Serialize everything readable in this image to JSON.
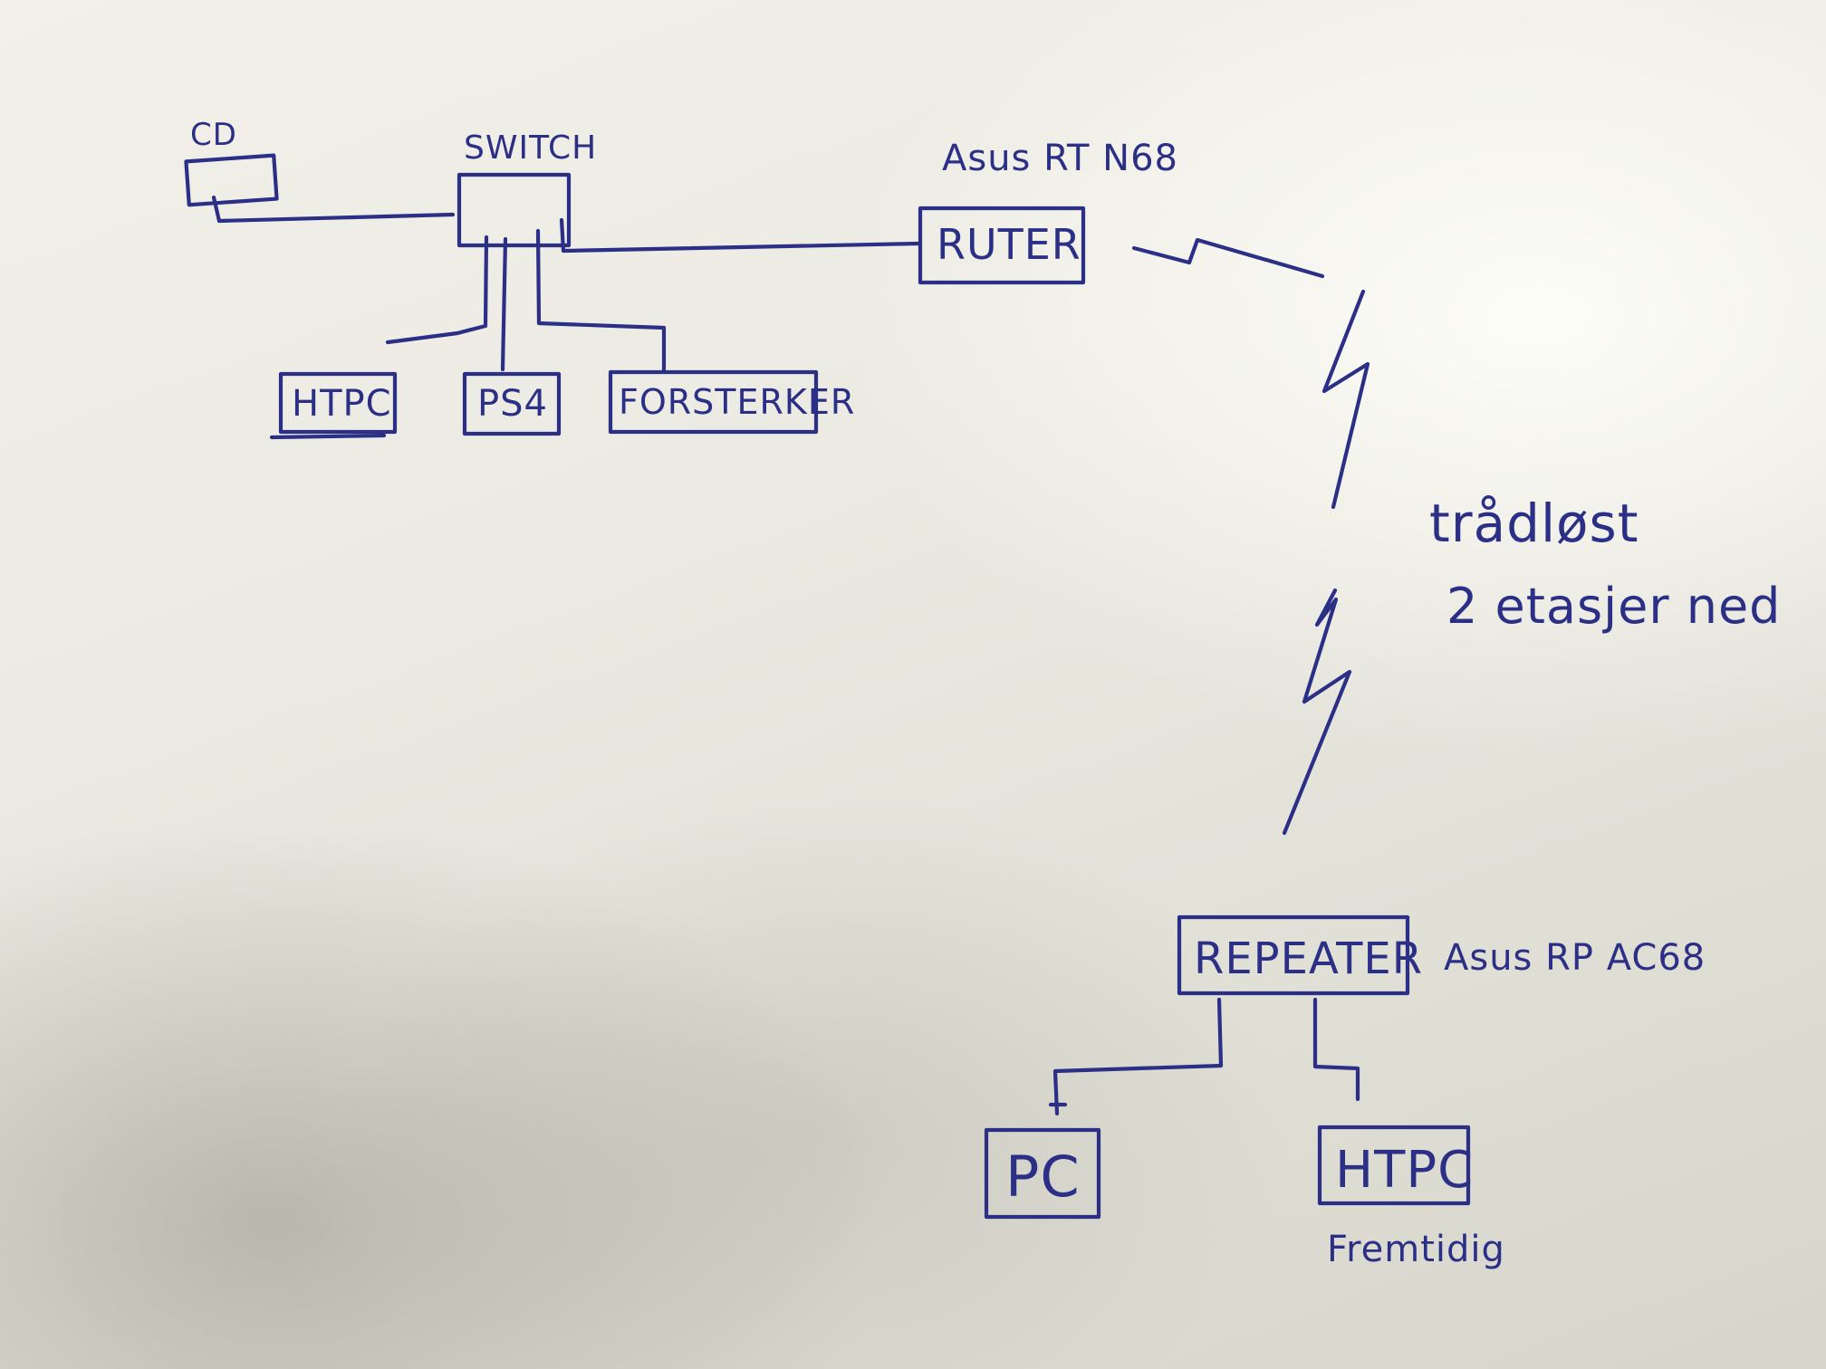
{
  "nodes": {
    "cd": "CD",
    "switch": "SWITCH",
    "router_model": "Asus RT N68",
    "router": "RUTER",
    "htpc_top": "HTPC",
    "ps4": "PS4",
    "amplifier": "FORSTERKER",
    "wireless_line1": "trådløst",
    "wireless_line2": "2 etasjer ned",
    "repeater": "REPEATER",
    "repeater_model": "Asus RP AC68",
    "pc": "PC",
    "htpc_bottom": "HTPC",
    "htpc_bottom_note": "Fremtidig"
  },
  "colors": {
    "ink": "#2b2f86",
    "paper": "#eeede6"
  }
}
